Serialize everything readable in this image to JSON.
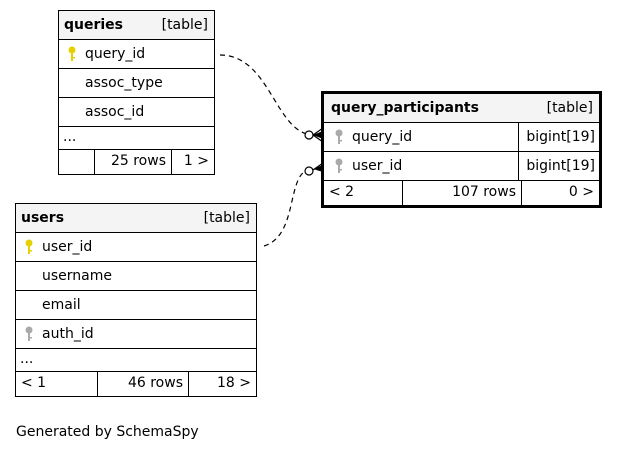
{
  "tables": {
    "queries": {
      "name": "queries",
      "kind": "[table]",
      "columns": [
        "query_id",
        "assoc_type",
        "assoc_id"
      ],
      "ellipsis": "...",
      "footer": [
        "",
        "25 rows",
        "1 >"
      ]
    },
    "users": {
      "name": "users",
      "kind": "[table]",
      "columns": [
        "user_id",
        "username",
        "email",
        "auth_id"
      ],
      "ellipsis": "...",
      "footer": [
        "< 1",
        "46 rows",
        "18 >"
      ]
    },
    "query_participants": {
      "name": "query_participants",
      "kind": "[table]",
      "columns": [
        {
          "name": "query_id",
          "type": "bigint[19]"
        },
        {
          "name": "user_id",
          "type": "bigint[19]"
        }
      ],
      "footer": [
        "< 2",
        "107 rows",
        "0 >"
      ]
    }
  },
  "generated_by": "Generated by SchemaSpy",
  "colors": {
    "primary_key": "#e6d100",
    "foreign_key": "#aaaaaa",
    "header_bg": "#f4f4f4"
  }
}
